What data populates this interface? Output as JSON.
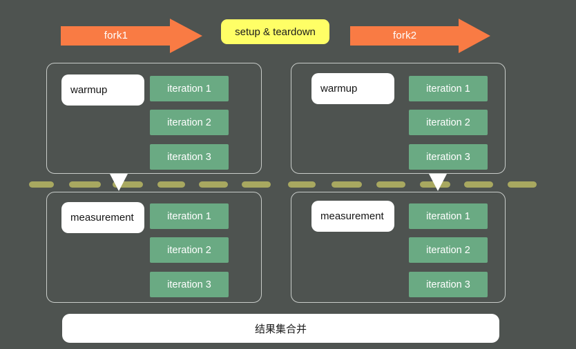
{
  "background_color": "#4e5350",
  "palette": {
    "arrow_orange": "#f97b44",
    "setup_yellow": "#ffff66",
    "iteration_green": "#6aaa83",
    "panel_border": "#c9cdca",
    "dash_olive": "#a8a860",
    "white": "#ffffff"
  },
  "arrows": [
    {
      "label": "fork1",
      "color": "#f97b44"
    },
    {
      "label": "fork2",
      "color": "#f97b44"
    }
  ],
  "setup": {
    "label": "setup & teardown"
  },
  "forks": [
    {
      "name": "fork1",
      "warmup": {
        "label": "warmup",
        "iterations": [
          "iteration 1",
          "iteration 2",
          "iteration 3"
        ]
      },
      "measurement": {
        "label": "measurement",
        "iterations": [
          "iteration 1",
          "iteration 2",
          "iteration 3"
        ]
      }
    },
    {
      "name": "fork2",
      "warmup": {
        "label": "warmup",
        "iterations": [
          "iteration 1",
          "iteration 2",
          "iteration 3"
        ]
      },
      "measurement": {
        "label": "measurement",
        "iterations": [
          "iteration 1",
          "iteration 2",
          "iteration 3"
        ]
      }
    }
  ],
  "result": {
    "label": "结果集合并"
  }
}
